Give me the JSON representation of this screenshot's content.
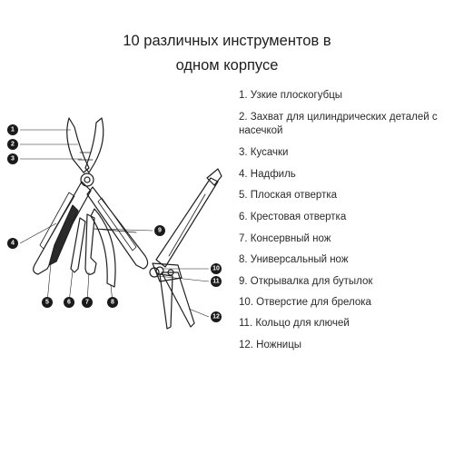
{
  "title": {
    "line1": "10 различных инструментов в",
    "line2": "одном корпусе"
  },
  "legend": [
    {
      "text": "1. Узкие плоскогубцы"
    },
    {
      "text": "2. Захват для цилиндрических деталей с насечкой"
    },
    {
      "text": "3. Кусачки"
    },
    {
      "text": "4. Надфиль"
    },
    {
      "text": "5. Плоская отвертка"
    },
    {
      "text": "6. Крестовая отвертка"
    },
    {
      "text": "7. Консервный нож"
    },
    {
      "text": "8. Универсальный нож"
    },
    {
      "text": "9. Открывалка для бутылок"
    },
    {
      "text": "10. Отверстие для брелока"
    },
    {
      "text": "11. Кольцо для ключей"
    },
    {
      "text": "12. Ножницы"
    }
  ],
  "callouts": [
    "1",
    "2",
    "3",
    "4",
    "5",
    "6",
    "7",
    "8",
    "9",
    "10",
    "11",
    "12"
  ],
  "colors": {
    "outline": "#1f1f1f",
    "callout_fill": "#1a1a1a",
    "text": "#2a2a2a"
  }
}
